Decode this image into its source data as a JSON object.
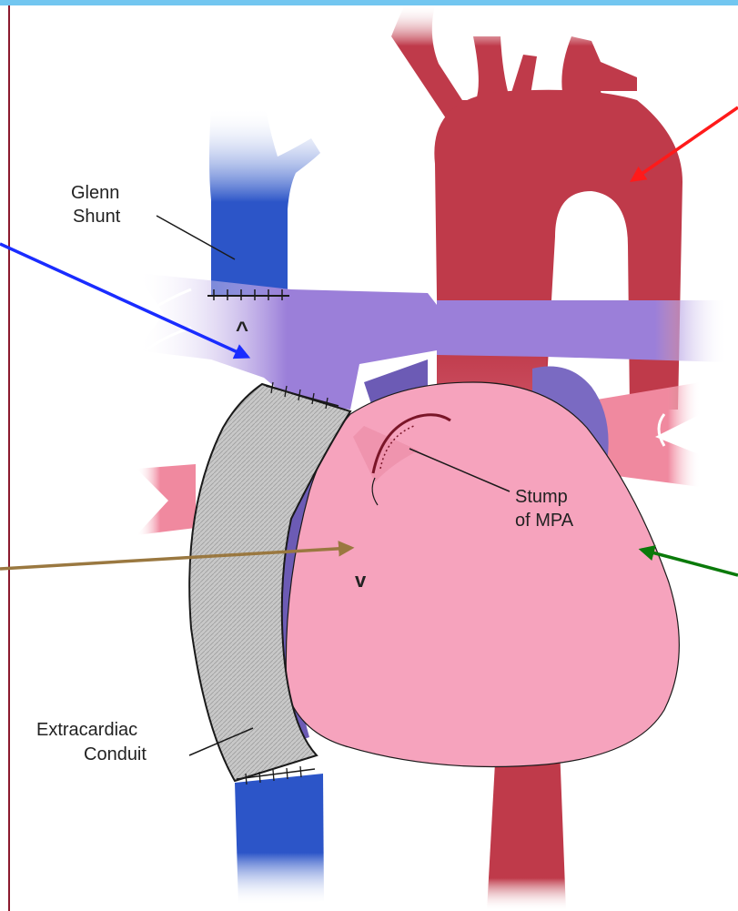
{
  "labels": {
    "glenn_line1": "Glenn",
    "glenn_line2": "Shunt",
    "stump_line1": "Stump",
    "stump_line2": "of MPA",
    "conduit_line1": "Extracardiac",
    "conduit_line2": "Conduit",
    "caret_up": "^",
    "caret_down": "v"
  },
  "colors": {
    "frame_top": "#72c6f0",
    "frame_left": "#8b1a2e",
    "venous_blue": "#2c55c8",
    "pulmonary_purple": "#9b7fd9",
    "aorta_red": "#bf3a4a",
    "heart_pink": "#f6a3bd",
    "conduit_gray": "#c8c8c8",
    "atrium_purple": "#6c5bb5",
    "arrow_red": "#ff1a1a",
    "arrow_blue": "#1a2cff",
    "arrow_brown": "#9a7840",
    "arrow_green": "#0a7a0a"
  }
}
